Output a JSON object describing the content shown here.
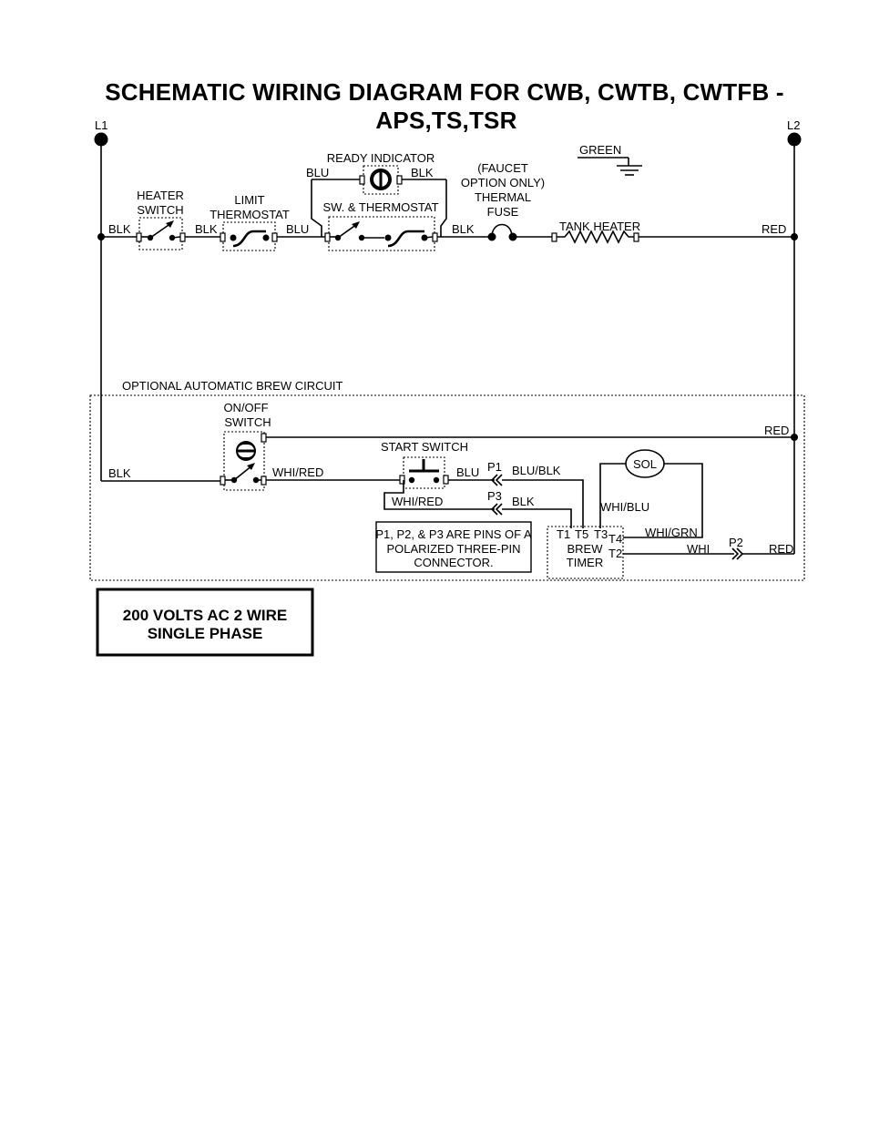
{
  "title": {
    "line1": "SCHEMATIC WIRING DIAGRAM FOR CWB, CWTB, CWTFB -",
    "line2": "APS,TS,TSR"
  },
  "lines": {
    "l1": "L1",
    "l2": "L2"
  },
  "components": {
    "heater_switch": [
      "HEATER",
      "SWITCH"
    ],
    "limit_thermostat": [
      "LIMIT",
      "THERMOSTAT"
    ],
    "ready_indicator": "READY INDICATOR",
    "sw_thermostat": "SW. & THERMOSTAT",
    "thermal_fuse": [
      "(FAUCET",
      "OPTION ONLY)",
      "THERMAL",
      "FUSE"
    ],
    "tank_heater": "TANK HEATER",
    "ground": "GREEN",
    "optional_circuit": "OPTIONAL AUTOMATIC BREW CIRCUIT",
    "on_off_switch": [
      "ON/OFF",
      "SWITCH"
    ],
    "start_switch": "START SWITCH",
    "solenoid": "SOL",
    "brew_timer": [
      "BREW",
      "TIMER"
    ],
    "timer_terminals": {
      "t1": "T1",
      "t5": "T5",
      "t3": "T3",
      "t4": "T4",
      "t2": "T2"
    },
    "pins": {
      "p1": "P1",
      "p2": "P2",
      "p3": "P3"
    }
  },
  "wires": {
    "top_blk_1": "BLK",
    "top_blk_2": "BLK",
    "top_blu_1": "BLU",
    "ready_blu": "BLU",
    "ready_blk": "BLK",
    "top_blk_3": "BLK",
    "top_red": "RED",
    "opt_red": "RED",
    "opt_blk": "BLK",
    "whi_red_1": "WHI/RED",
    "start_blu": "BLU",
    "blu_blk": "BLU/BLK",
    "whi_red_2": "WHI/RED",
    "p3_blk": "BLK",
    "whi_blu": "WHI/BLU",
    "whi_grn": "WHI/GRN",
    "whi": "WHI",
    "p2_red": "RED"
  },
  "note": [
    "P1, P2, & P3 ARE PINS OF A",
    "POLARIZED THREE-PIN",
    "CONNECTOR."
  ],
  "voltage_box": [
    "200 VOLTS AC  2 WIRE",
    "SINGLE PHASE"
  ]
}
